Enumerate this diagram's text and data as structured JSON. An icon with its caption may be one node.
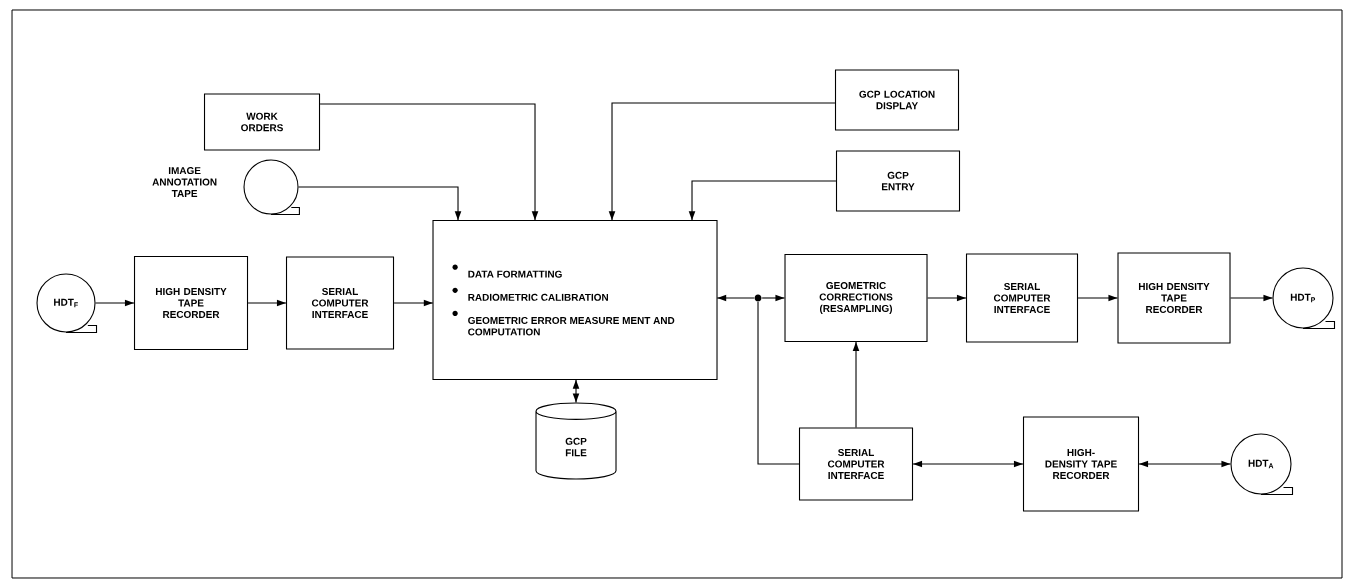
{
  "diagram": {
    "nodes": [
      {
        "text": [
          "HDT$_{F}$"
        ]
      },
      {
        "text": [
          "HIGH DENSITY TAPE RECORDER"
        ]
      },
      {
        "text": [
          "SERIAL COMPUTER INTERFACE"
        ]
      },
      {
        "text": [
          "DATA FORMATTING",
          "RADIOMETRIC CALIBRATION",
          "GEOMETRIC ERROR MEASURE MENT AND COMPUTATION"
        ]
      },
      {
        "text": [
          "WORK ORDERS"
        ]
      },
      {
        "text": [],
        "shape": "tape",
        "beside": [
          "IMAGE ANNOTATION TAPE"
        ]
      },
      {
        "text": [
          "GCP LOCATION DISPLAY"
        ]
      },
      {
        "text": [
          "GCP ENTRY"
        ]
      },
      {
        "text": [
          "GCP FILE"
        ]
      },
      {
        "text": [
          "GEOMETRIC CORRECTIONS (RESAMPLING)"
        ]
      },
      {
        "text": [
          "SERIAL COMPUTER INTERFACE"
        ]
      },
      {
        "text": [
          "HIGH DENSITY TAPE RECORDER"
        ]
      },
      {
        "text": [
          "HDT$_{P}$"
        ]
      },
      {
        "text": [
          "SERIAL COMPUTER INTERFACE"
        ]
      },
      {
        "text": [
          "HIGH-DENSITY TAPE RECORDER"
        ]
      },
      {
        "text": [
          "HDT$_{A}$"
        ]
      },
      {
        "text": [],
        "shape": "dot"
      }
    ],
    "edges": [
      {
        "from": 0,
        "to": 1,
        "arrow": "to"
      },
      {
        "from": 1,
        "to": 2,
        "arrow": "to"
      },
      {
        "from": 2,
        "to": 3,
        "arrow": "to"
      },
      {
        "from": 5,
        "to": 3,
        "arrow": "to"
      },
      {
        "from": 4,
        "to": 3,
        "arrow": "to"
      },
      {
        "from": 6,
        "to": 3,
        "arrow": "to"
      },
      {
        "from": 7,
        "to": 3,
        "arrow": "to"
      },
      {
        "from": 3,
        "to": 8,
        "arrow": "both"
      },
      {
        "from": 16,
        "to": 3,
        "arrow": "to"
      },
      {
        "from": 16,
        "to": 9,
        "arrow": "to"
      },
      {
        "from": 13,
        "to": 16,
        "arrow": "none"
      },
      {
        "from": 13,
        "to": 9,
        "arrow": "to"
      },
      {
        "from": 9,
        "to": 10,
        "arrow": "to"
      },
      {
        "from": 10,
        "to": 11,
        "arrow": "to"
      },
      {
        "from": 11,
        "to": 12,
        "arrow": "to"
      },
      {
        "from": 13,
        "to": 14,
        "arrow": "both"
      },
      {
        "from": 14,
        "to": 15,
        "arrow": "both"
      }
    ]
  }
}
